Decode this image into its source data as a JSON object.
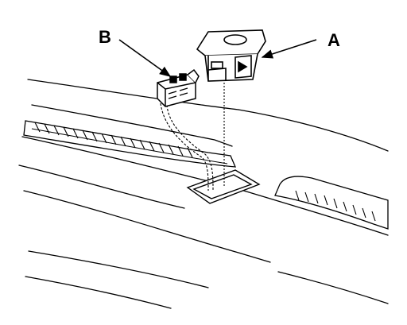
{
  "diagram": {
    "callouts": [
      {
        "letter": "A",
        "part": "switch"
      },
      {
        "letter": "B",
        "part": "connector"
      }
    ],
    "colors": {
      "line": "#000000",
      "background": "#ffffff"
    }
  }
}
